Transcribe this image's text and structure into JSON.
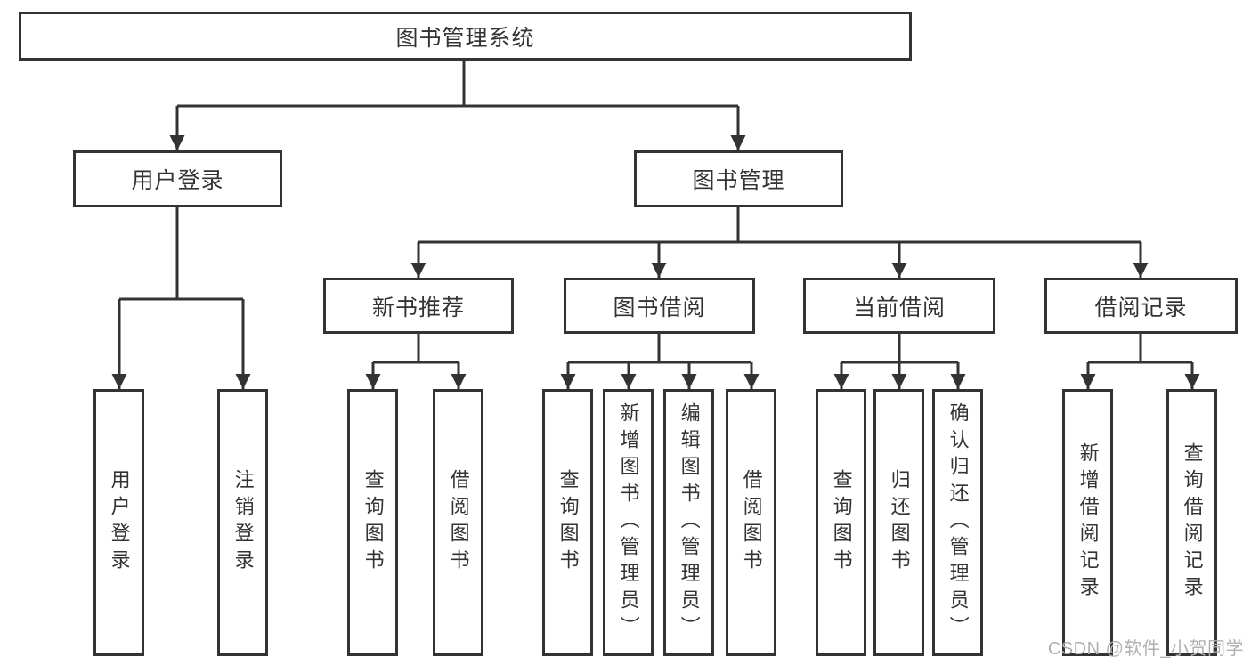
{
  "diagram": {
    "root": {
      "label": "图书管理系统"
    },
    "children": [
      {
        "label": "用户登录",
        "children": [
          {
            "label": "用户登录"
          },
          {
            "label": "注销登录"
          }
        ]
      },
      {
        "label": "图书管理",
        "children": [
          {
            "label": "新书推荐",
            "children": [
              {
                "label": "查询图书"
              },
              {
                "label": "借阅图书"
              }
            ]
          },
          {
            "label": "图书借阅",
            "children": [
              {
                "label": "查询图书"
              },
              {
                "label": "新增图书（管理员）"
              },
              {
                "label": "编辑图书（管理员）"
              },
              {
                "label": "借阅图书"
              }
            ]
          },
          {
            "label": "当前借阅",
            "children": [
              {
                "label": "查询图书"
              },
              {
                "label": "归还图书"
              },
              {
                "label": "确认归还（管理员）"
              }
            ]
          },
          {
            "label": "借阅记录",
            "children": [
              {
                "label": "新增借阅记录"
              },
              {
                "label": "查询借阅记录"
              }
            ]
          }
        ]
      }
    ]
  },
  "watermark": {
    "text": "CSDN @软件_小贺同学"
  },
  "colors": {
    "line": "#333333",
    "text": "#333333",
    "box_fill": "#ffffff",
    "watermark": "#b0b0b0",
    "background": "#ffffff"
  }
}
